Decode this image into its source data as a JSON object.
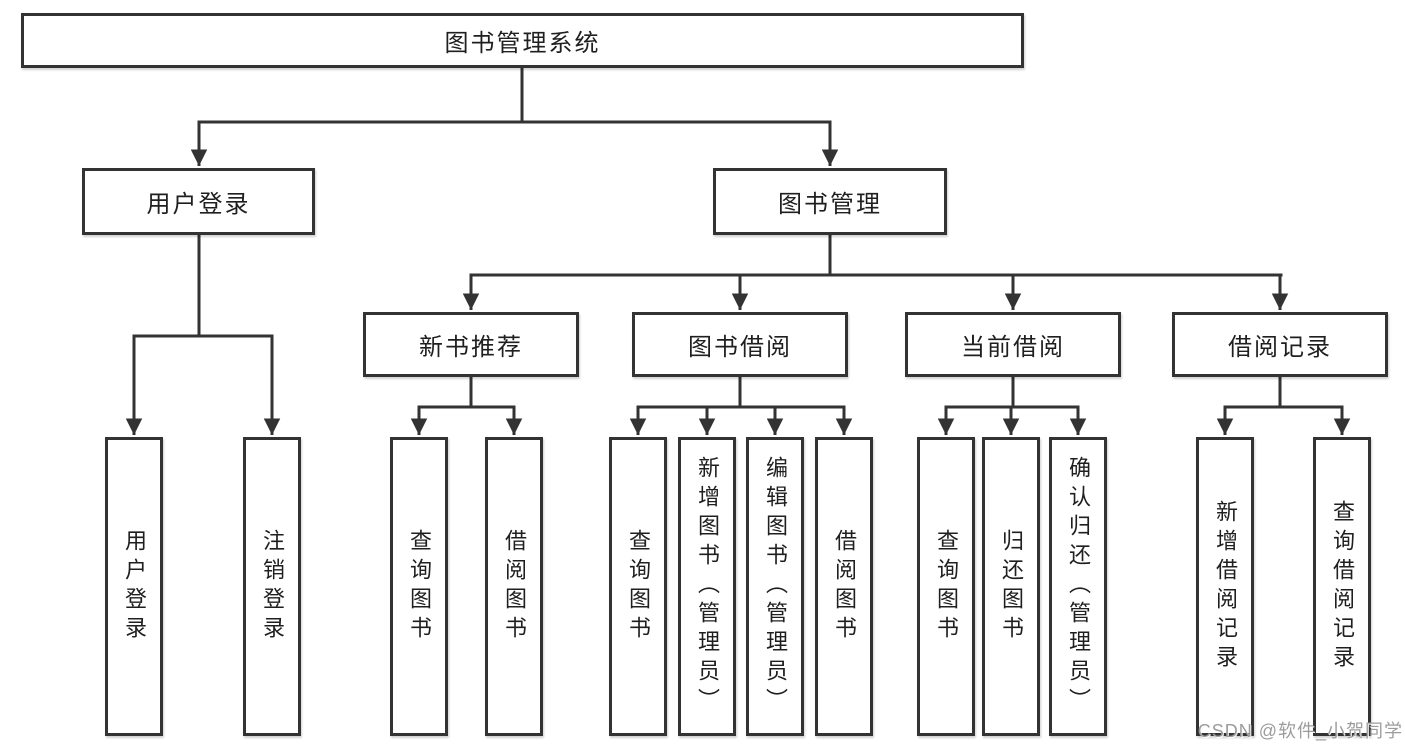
{
  "tree": {
    "root": "图书管理系统",
    "level1": {
      "user_login": "用户登录",
      "book_management": "图书管理"
    },
    "level2": {
      "new_book_recommend": "新书推荐",
      "book_borrowing": "图书借阅",
      "current_borrowing": "当前借阅",
      "borrowing_records": "借阅记录"
    },
    "leaves": {
      "under_user_login": [
        "用户登录",
        "注销登录"
      ],
      "under_new_book_recommend": [
        "查询图书",
        "借阅图书"
      ],
      "under_book_borrowing": [
        "查询图书",
        "新增图书（管理员）",
        "编辑图书（管理员）",
        "借阅图书"
      ],
      "under_current_borrowing": [
        "查询图书",
        "归还图书",
        "确认归还（管理员）"
      ],
      "under_borrowing_records": [
        "新增借阅记录",
        "查询借阅记录"
      ]
    }
  },
  "watermark": "CSDN @软件_小贺同学",
  "colors": {
    "line": "#333333",
    "border": "#333333",
    "text": "#1f1f1f",
    "watermark": "#9c9c9c",
    "background": "#ffffff"
  }
}
